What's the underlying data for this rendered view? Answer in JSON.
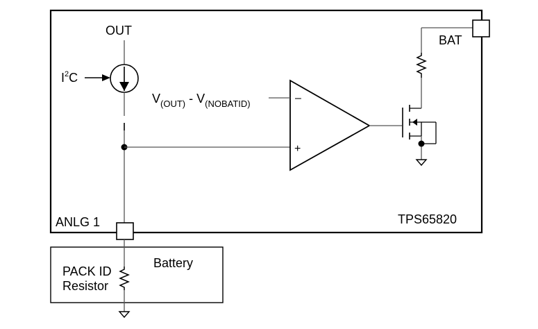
{
  "chip": {
    "name": "TPS65820"
  },
  "pins": {
    "out": "OUT",
    "bat": "BAT",
    "anlg": "ANLG 1"
  },
  "current_source": {
    "control_label_main": "I",
    "control_label_sup": "2",
    "control_label_end": "C"
  },
  "comparator": {
    "inverting_input": {
      "v1": "V",
      "sub1": "(OUT)",
      "mid": " - V",
      "sub2": "(NOBATID)"
    },
    "minus_symbol": "–",
    "plus_symbol": "+"
  },
  "battery": {
    "title": "Battery",
    "resistor_label_line1": "PACK ID",
    "resistor_label_line2": "Resistor"
  }
}
